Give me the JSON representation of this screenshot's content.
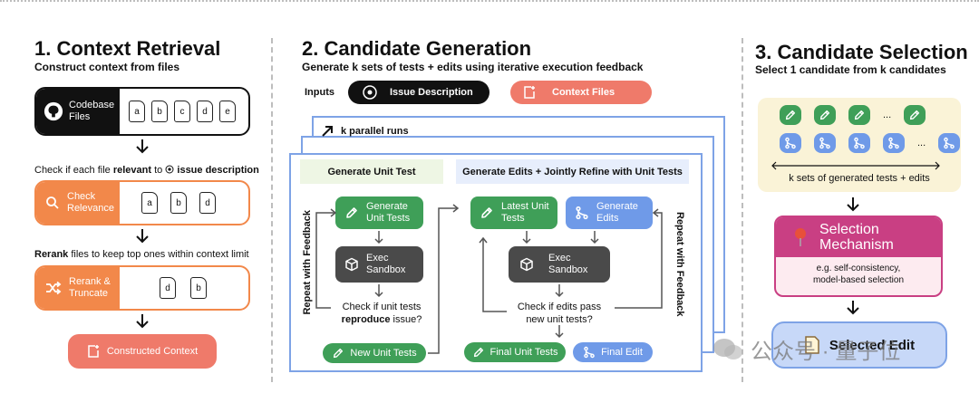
{
  "sections": {
    "retrieval": {
      "title": "1. Context Retrieval",
      "subtitle": "Construct context from files",
      "codebase_label": "Codebase Files",
      "files_all": [
        "a",
        "b",
        "c",
        "d",
        "e"
      ],
      "check_text_pre": "Check if each file ",
      "check_text_bold": "relevant",
      "check_text_mid": " to ",
      "check_text_bold2": "issue description",
      "check_relevance_label": "Check Relevance",
      "files_relevant": [
        "a",
        "b",
        "d"
      ],
      "rerank_text_bold": "Rerank",
      "rerank_text_rest": " files to keep top ones within context limit",
      "rerank_label": "Rerank & Truncate",
      "files_reranked": [
        "d",
        "b"
      ],
      "constructed_label": "Constructed Context"
    },
    "generation": {
      "title": "2. Candidate Generation",
      "subtitle": "Generate k sets of tests + edits using iterative execution feedback",
      "inputs_label": "Inputs",
      "issue_description_label": "Issue Description",
      "context_files_label": "Context Files",
      "parallel_runs_label": "k parallel runs",
      "unit_test_header": "Generate Unit Test",
      "edits_header": "Generate Edits + Jointly Refine with Unit Tests",
      "generate_unit_tests": "Generate Unit Tests",
      "exec_sandbox_1": "Exec Sandbox",
      "check_tests": "Check if unit tests",
      "check_tests_bold": "reproduce",
      "check_tests_end": " issue?",
      "new_unit_tests": "New Unit Tests",
      "repeat_feedback_left": "Repeat with Feedback",
      "latest_unit_tests": "Latest Unit Tests",
      "generate_edits": "Generate Edits",
      "exec_sandbox_2": "Exec Sandbox",
      "check_edits_line1": "Check if edits pass",
      "check_edits_line2": "new unit tests?",
      "final_unit_tests": "Final Unit Tests",
      "final_edit": "Final Edit",
      "repeat_feedback_right": "Repeat with Feedback"
    },
    "selection": {
      "title": "3. Candidate Selection",
      "subtitle": "Select 1 candidate from k candidates",
      "ellipsis": "...",
      "k_sets_label": "k sets of generated tests + edits",
      "mechanism_label": "Selection Mechanism",
      "mechanism_examples": "e.g. self-consistency, model-based selection",
      "selected_edit_label": "Selected Edit"
    }
  },
  "watermark": "公众号 · 量子位",
  "colors": {
    "green": "#3f9f58",
    "blue": "#6f9ae8",
    "orange": "#f2884a",
    "salmon": "#ef7a6a",
    "magenta": "#c93f83",
    "outline_blue": "#7ea3e6",
    "panel_yellow": "#faf3d7"
  },
  "icons": [
    "github-icon",
    "search-icon",
    "shuffle-icon",
    "add-file-icon",
    "target-icon",
    "pencil-icon",
    "merge-icon",
    "cube-icon",
    "arrow-up-right-icon",
    "pin-icon",
    "document-icon"
  ]
}
